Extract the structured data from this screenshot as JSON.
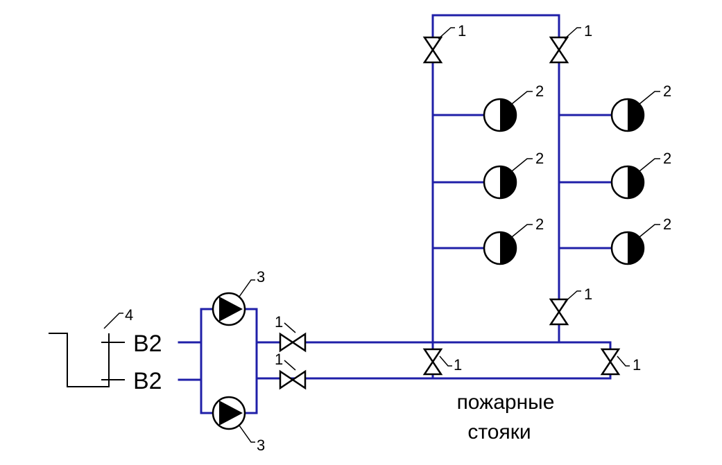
{
  "diagram": {
    "labels": {
      "valve": "1",
      "hydrant": "2",
      "pump": "3",
      "inlet": "4"
    },
    "inlet_codes": [
      "В2",
      "В2"
    ],
    "caption": [
      "пожарные",
      "стояки"
    ],
    "colors": {
      "pipe": "#1f1fa8",
      "symbol": "#000000",
      "background": "#ffffff"
    },
    "components": {
      "valve": "gate-valve-icon",
      "hydrant": "fire-hydrant-icon",
      "pump": "pump-icon"
    }
  }
}
